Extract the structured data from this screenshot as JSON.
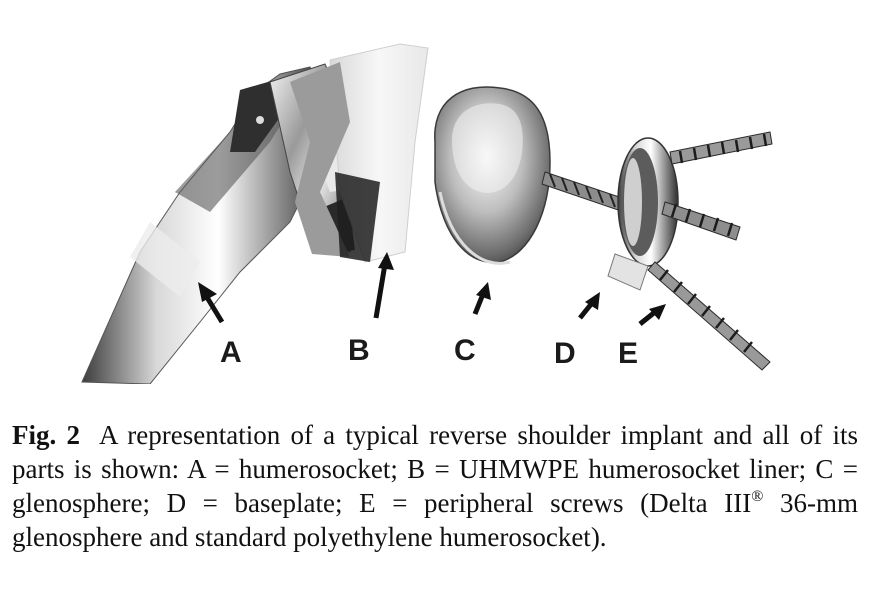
{
  "figure": {
    "labels": [
      "A",
      "B",
      "C",
      "D",
      "E"
    ]
  },
  "caption": {
    "label": "Fig. 2",
    "text_before_mark": "A representation of a typical reverse shoulder implant and all of its parts is shown: A = humerosocket; B = UHMWPE humerosocket liner; C = glenosphere; D = baseplate; E = peripheral screws (Delta III",
    "mark": "®",
    "text_after_mark": " 36-mm glenosphere and standard polyethylene humerosocket)."
  }
}
